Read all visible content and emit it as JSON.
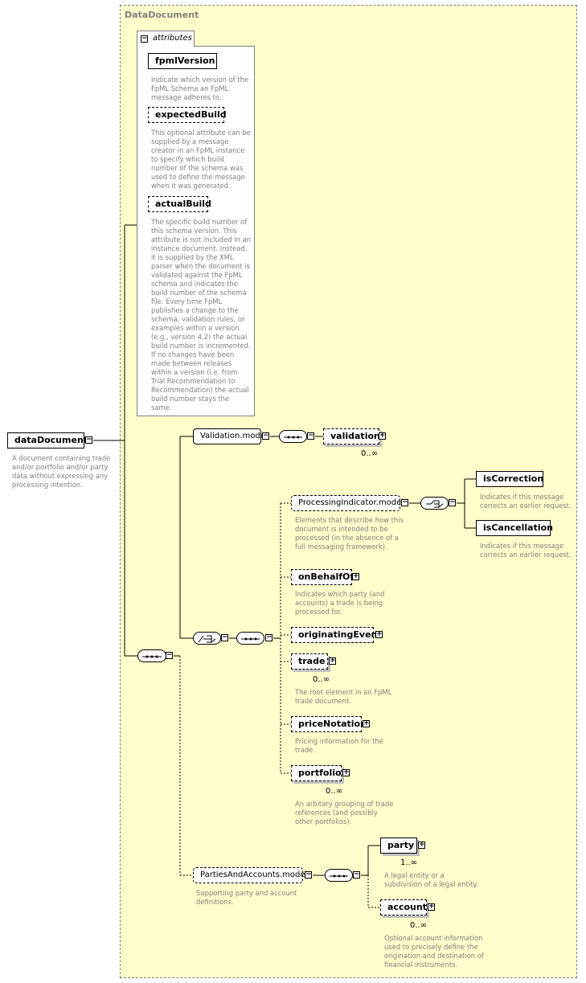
{
  "type_box": {
    "title": "DataDocument"
  },
  "root": {
    "label": "dataDocument",
    "doc": [
      "A document containing trade",
      "and/or portfolio and/or party",
      "data without expressing any",
      "processing intention."
    ]
  },
  "attributes": {
    "tab_label": "attributes",
    "items": [
      {
        "label": "fpmlVersion",
        "doc": [
          "Indicate which version of the",
          "FpML Schema an FpML",
          "message adheres to."
        ]
      },
      {
        "label": "expectedBuild",
        "doc": [
          "This optional attribute can be",
          "supplied by a message",
          "creator in an FpML instance",
          "to specify which build",
          "number of the schema was",
          "used to define the message",
          "when it was generated."
        ]
      },
      {
        "label": "actualBuild",
        "doc": [
          "The specific build number of",
          "this schema version. This",
          "attribute is not included in an",
          "instance document. Instead,",
          "it is supplied by the XML",
          "parser when the document is",
          "validated against the FpML",
          "schema and indicates the",
          "build number of the schema",
          "file. Every time FpML",
          "publishes a change to the",
          "schema, validation rules, or",
          "examples within a version",
          "(e.g., version 4.2) the actual",
          "build number is incremented.",
          "If no changes have been",
          "made between releases",
          "within a version (i.e. from",
          "Trial Recommendation to",
          "Recommendation) the actual",
          "build number stays the",
          "same."
        ]
      }
    ]
  },
  "validation_model": {
    "label": "Validation.model",
    "child": "validation",
    "occurs": "0..∞"
  },
  "processing_model": {
    "label": "ProcessingIndicator.model",
    "doc": [
      "Elements that describe how this",
      "document is intended to be",
      "processed (in the absence of a",
      "full messaging framework)."
    ],
    "choices": [
      {
        "label": "isCorrection",
        "doc": [
          "Indicates if this message",
          "corrects an earlier request."
        ]
      },
      {
        "label": "isCancellation",
        "doc": [
          "Indicates if this message",
          "corrects an earlier request."
        ]
      }
    ]
  },
  "elements": {
    "onBehalfOf": {
      "label": "onBehalfOf",
      "doc": [
        "Indicates which party (and",
        "accounts) a trade is being",
        "processed for."
      ]
    },
    "originatingEvent": {
      "label": "originatingEvent"
    },
    "trade": {
      "label": "trade",
      "occurs": "0..∞",
      "doc": [
        "The root element in an FpML",
        "trade document."
      ]
    },
    "priceNotation": {
      "label": "priceNotation",
      "doc": [
        "Pricing information for the",
        "trade."
      ]
    },
    "portfolio": {
      "label": "portfolio",
      "occurs": "0..∞",
      "doc": [
        "An arbitary grouping of trade",
        "references (and possibly",
        "other portfolios)."
      ]
    }
  },
  "parties_model": {
    "label": "PartiesAndAccounts.model",
    "doc": [
      "Supporting party and account",
      "definitions."
    ],
    "party": {
      "label": "party",
      "occurs": "1..∞",
      "doc": [
        "A legal entity or a",
        "subdivision of a legal entity."
      ]
    },
    "account": {
      "label": "account",
      "occurs": "0..∞",
      "doc": [
        "Optional account information",
        "used to precisely define the",
        "origination and destination of",
        "financial instruments."
      ]
    }
  },
  "colors": {
    "background": "#ffffcc",
    "doc_text": "#7f7f7f",
    "border": "#808080"
  },
  "icons": [
    "collapse-icon",
    "expand-icon",
    "sequence-compositor-icon",
    "choice-compositor-icon",
    "element-text-icon"
  ]
}
